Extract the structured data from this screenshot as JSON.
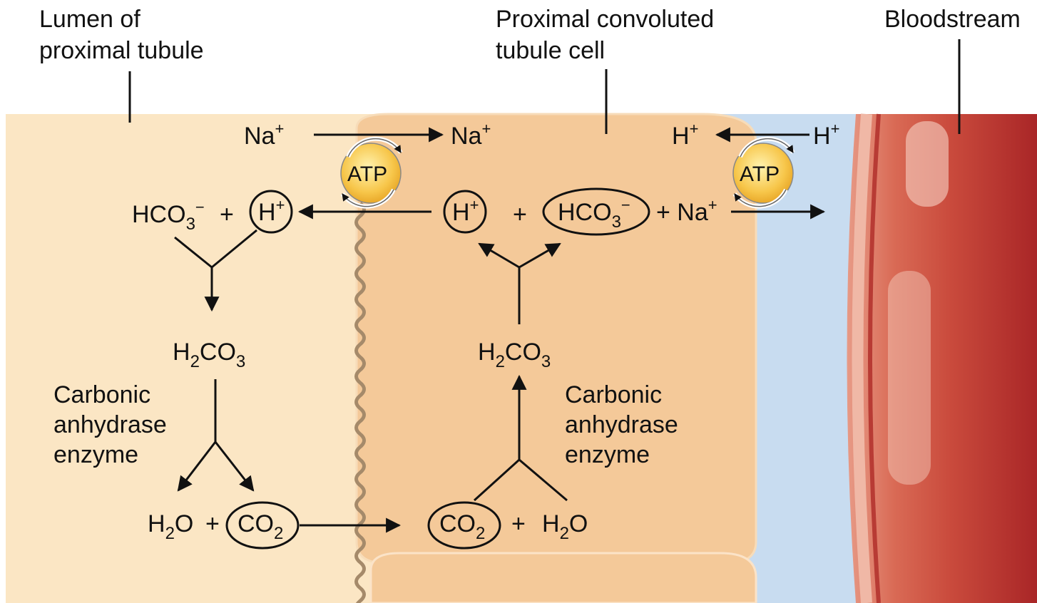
{
  "labels": {
    "lumen": [
      "Lumen of",
      "proximal tubule"
    ],
    "cell": [
      "Proximal convoluted",
      "tubule cell"
    ],
    "bloodstream": "Bloodstream"
  },
  "atp": "ATP",
  "lumen_side": {
    "na_left": {
      "base": "Na",
      "sup": "+"
    },
    "hco3": {
      "base": "HCO",
      "sub": "3",
      "sup": "−"
    },
    "plus1": "+",
    "h_circle": {
      "base": "H",
      "sup": "+"
    },
    "h2co3": {
      "pre": "H",
      "sub1": "2",
      "mid": "CO",
      "sub2": "3"
    },
    "enzyme": [
      "Carbonic",
      "anhydrase",
      "enzyme"
    ],
    "h2o": {
      "pre": "H",
      "sub": "2",
      "post": "O"
    },
    "plus2": "+",
    "co2": {
      "pre": "CO",
      "sub": "2"
    }
  },
  "cell_side": {
    "na_right": {
      "base": "Na",
      "sup": "+"
    },
    "h_circle": {
      "base": "H",
      "sup": "+"
    },
    "plus1": "+",
    "hco3": {
      "base": "HCO",
      "sub": "3",
      "sup": "−"
    },
    "plus_na": {
      "pre": "+ Na",
      "sup": "+"
    },
    "h2co3": {
      "pre": "H",
      "sub1": "2",
      "mid": "CO",
      "sub2": "3"
    },
    "enzyme": [
      "Carbonic",
      "anhydrase",
      "enzyme"
    ],
    "co2": {
      "pre": "CO",
      "sub": "2"
    },
    "plus2": "+",
    "h2o": {
      "pre": "H",
      "sub": "2",
      "post": "O"
    }
  },
  "blood_side": {
    "h_left": {
      "base": "H",
      "sup": "+"
    },
    "h_right": {
      "base": "H",
      "sup": "+"
    }
  },
  "colors": {
    "lumen": "#fbe6c4",
    "cell": "#f4c999",
    "interstitial": "#c8dcf0",
    "vessel_dark": "#b3302e",
    "vessel_mid": "#d96a55",
    "vessel_light": "#eeb5a2",
    "atp_fill": "#f7c64a"
  }
}
